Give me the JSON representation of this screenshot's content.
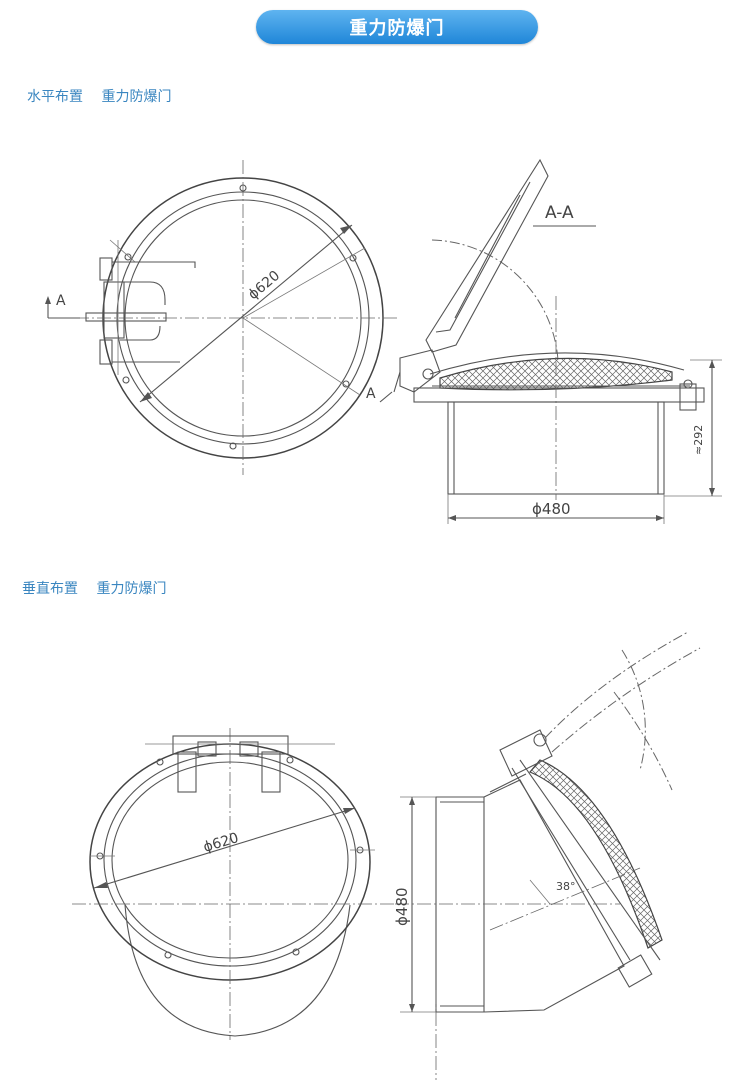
{
  "title": "重力防爆门",
  "sections": {
    "horizontal": "水平布置　 重力防爆门",
    "vertical": "垂直布置　 重力防爆门"
  },
  "dims": {
    "d620_top": "ϕ620",
    "section_mark": "A",
    "section_title": "A-A",
    "d480_top": "ϕ480",
    "h292": "≈292",
    "d620_bottom": "ϕ620",
    "d480_bottom": "ϕ480",
    "angle": "38°"
  },
  "colors": {
    "title_bg": "#2a90dd",
    "label": "#3a86c0",
    "line": "#555555"
  }
}
